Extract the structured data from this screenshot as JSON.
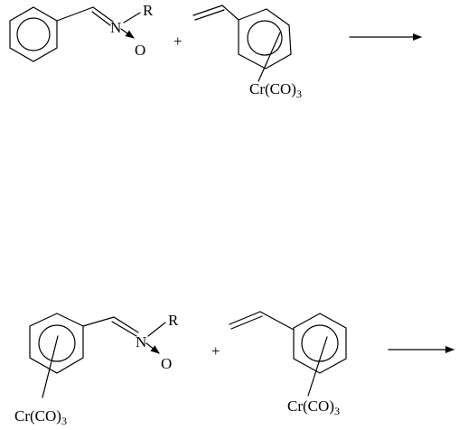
{
  "reaction_1": {
    "nitrone": {
      "n_label": "N",
      "r_label": "R",
      "o_label": "O"
    },
    "plus": "+",
    "styrene_complex": {
      "metal_label": "Cr(CO)",
      "metal_subscript": "3"
    }
  },
  "reaction_2": {
    "nitrone_complex": {
      "n_label": "N",
      "r_label": "R",
      "o_label": "O",
      "metal_label": "Cr(CO)",
      "metal_subscript": "3"
    },
    "plus": "+",
    "styrene_complex": {
      "metal_label": "Cr(CO)",
      "metal_subscript": "3"
    }
  }
}
